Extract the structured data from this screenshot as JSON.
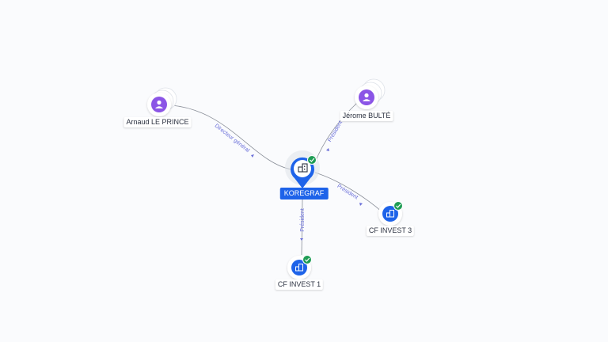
{
  "colors": {
    "company": "#1e63e9",
    "person": "#8b55e6",
    "verified": "#1f9d55",
    "edge": "#8a8f99",
    "edge_label": "#6a6fd9"
  },
  "nodes": {
    "koregraf": {
      "label": "KOREGRAF",
      "icon": "company-icon"
    },
    "arnaud": {
      "label": "Arnaud LE PRINCE",
      "icon": "person-icon"
    },
    "jerome": {
      "label": "Jérome BULTÉ",
      "icon": "person-icon"
    },
    "cf_invest_3": {
      "label": "CF INVEST 3",
      "icon": "company-icon"
    },
    "cf_invest_1": {
      "label": "CF INVEST 1",
      "icon": "company-icon"
    }
  },
  "edges": {
    "arnaud_koregraf": "Directeur général",
    "jerome_koregraf": "Président",
    "koregraf_cf_invest_3": "Président",
    "koregraf_cf_invest_1": "Président"
  }
}
